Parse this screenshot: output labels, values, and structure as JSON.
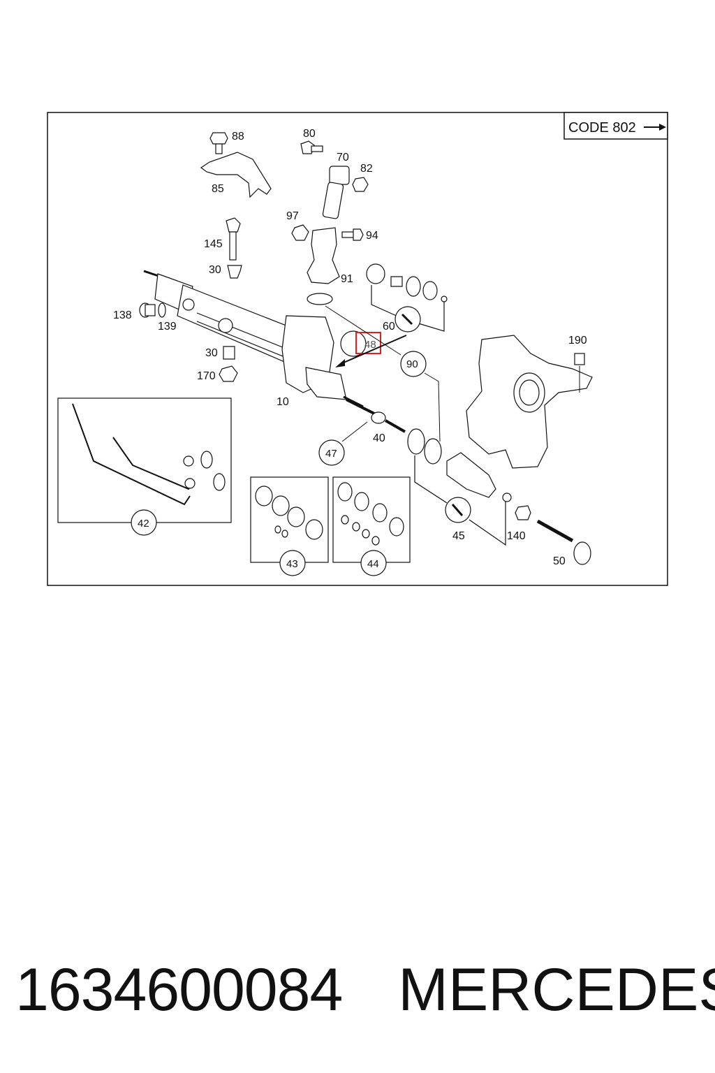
{
  "diagram": {
    "code_label": "CODE 802",
    "highlighted_label": "48",
    "labels": [
      "88",
      "85",
      "80",
      "70",
      "82",
      "97",
      "94",
      "91",
      "145",
      "30",
      "138",
      "139",
      "30",
      "170",
      "10",
      "60",
      "90",
      "190",
      "40",
      "47",
      "45",
      "140",
      "50"
    ],
    "circled_labels": [
      "42",
      "43",
      "44"
    ]
  },
  "footer": {
    "part_number": "1634600084",
    "brand": "MERCEDES"
  }
}
